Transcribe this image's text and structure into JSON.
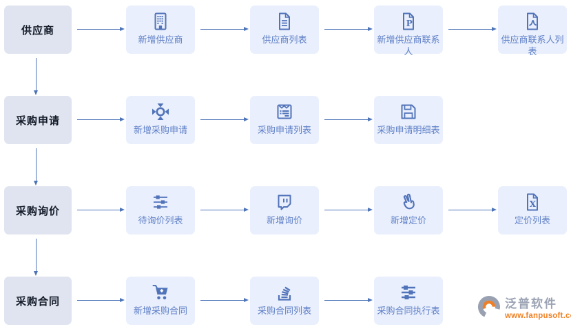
{
  "palette": {
    "stage_box_bg": "#dfe4f0",
    "stage_text": "#141a28",
    "node_box_bg": "#e9effc",
    "node_text": "#6080c8",
    "icon_color": "#5173b9",
    "arrow_color": "#4d74b8",
    "logo_gray": "#9ba3b4",
    "logo_orange": "#f08125"
  },
  "rows": [
    {
      "label": "供应商",
      "steps": [
        {
          "label": "新增供应商",
          "icon": "building-icon"
        },
        {
          "label": "供应商列表",
          "icon": "file-lines-icon"
        },
        {
          "label": "新增供应商联系人",
          "icon": "file-p-icon"
        },
        {
          "label": "供应商联系人列表",
          "icon": "file-pdf-icon"
        }
      ]
    },
    {
      "label": "采购申请",
      "steps": [
        {
          "label": "新增采购申请",
          "icon": "target-arrows-icon"
        },
        {
          "label": "采购申请列表",
          "icon": "note-list-icon"
        },
        {
          "label": "采购申请明细表",
          "icon": "floppy-disk-icon"
        }
      ]
    },
    {
      "label": "采购询价",
      "steps": [
        {
          "label": "待询价列表",
          "icon": "sliders-icon"
        },
        {
          "label": "新增询价",
          "icon": "chat-bubble-icon"
        },
        {
          "label": "新增定价",
          "icon": "hand-peace-icon"
        },
        {
          "label": "定价列表",
          "icon": "file-x-icon"
        }
      ]
    },
    {
      "label": "采购合同",
      "steps": [
        {
          "label": "新增采购合同",
          "icon": "cart-plus-icon"
        },
        {
          "label": "采购合同列表",
          "icon": "stack-icon"
        },
        {
          "label": "采购合同执行表",
          "icon": "sliders-filled-icon"
        }
      ]
    }
  ],
  "logo": {
    "name": "泛普软件",
    "url": "www.fanpusoft.com"
  }
}
